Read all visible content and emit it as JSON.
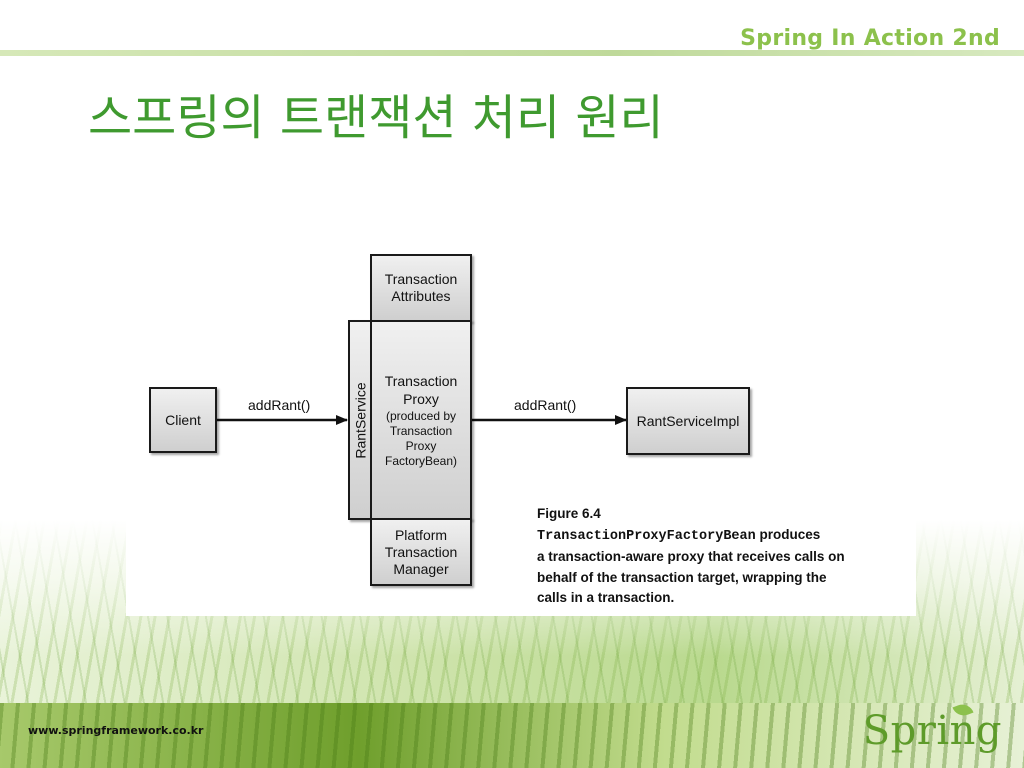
{
  "header": {
    "book_title": "Spring In Action 2nd",
    "slide_title": "스프링의 트랜잭션 처리 원리"
  },
  "diagram": {
    "client": "Client",
    "transaction_attributes": "Transaction\nAttributes",
    "rant_service": "RantService",
    "transaction_proxy_main": "Transaction\nProxy",
    "transaction_proxy_sub": "(produced by\nTransaction\nProxy\nFactoryBean)",
    "platform_transaction_manager": "Platform\nTransaction\nManager",
    "rant_service_impl": "RantServiceImpl",
    "edge_left_label": "addRant()",
    "edge_right_label": "addRant()"
  },
  "caption": {
    "figure_label": "Figure 6.4",
    "class_name": "TransactionProxyFactoryBean",
    "text_line1_rest": " produces",
    "text_line2": "a transaction-aware proxy that receives calls on",
    "text_line3": "behalf of the transaction target, wrapping the",
    "text_line4": "calls in a transaction."
  },
  "footer": {
    "url": "www.springframework.co.kr",
    "logo_text": "Spring"
  },
  "colors": {
    "accent_green": "#8cc14c",
    "title_green": "#3f9a2f"
  }
}
